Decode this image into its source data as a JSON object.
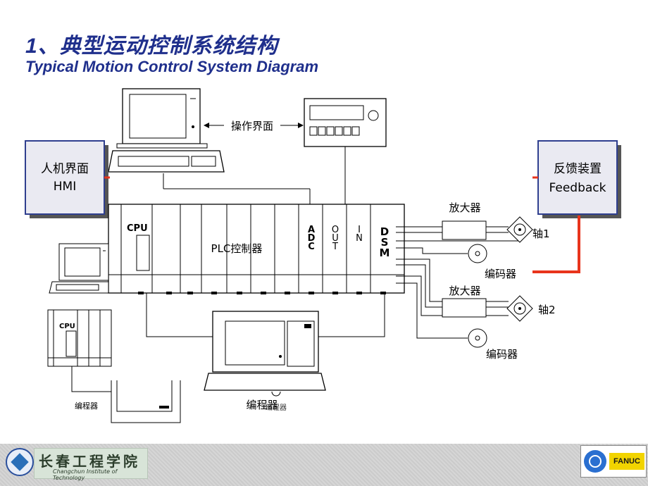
{
  "title": {
    "zh": "1、典型运动控制系统结构",
    "en": "Typical Motion Control System Diagram"
  },
  "hmi_box": {
    "line1": "人机界面",
    "line2": "HMI"
  },
  "feedback_box": {
    "line1": "反馈装置",
    "line2": "Feedback"
  },
  "operator_label": "操作界面",
  "plc": {
    "label": "PLC控制器",
    "cpu": "CPU",
    "modules": {
      "adc": [
        "A",
        "D",
        "C"
      ],
      "out": [
        "O",
        "U",
        "T"
      ],
      "in": [
        "I",
        "N"
      ],
      "dsm": [
        "D",
        "S",
        "M"
      ]
    }
  },
  "axis1": {
    "amplifier": "放大器",
    "axis": "轴1",
    "encoder": "编码器"
  },
  "axis2": {
    "amplifier": "放大器",
    "axis": "轴2",
    "encoder": "编码器"
  },
  "programmer_label": "编程器",
  "programmer_label_small": "编程器",
  "left_programmer_label": "编程器",
  "left_cpu": "CPU",
  "footer": {
    "school_cn": "长春工程学院",
    "school_en": "Changchun Institute of Technology",
    "brand": "FANUC"
  },
  "colors": {
    "title": "#1f2f8c",
    "feedback_line": "#e8341c",
    "box_fill": "#eaeaf2",
    "box_border": "#2f3f8f"
  }
}
